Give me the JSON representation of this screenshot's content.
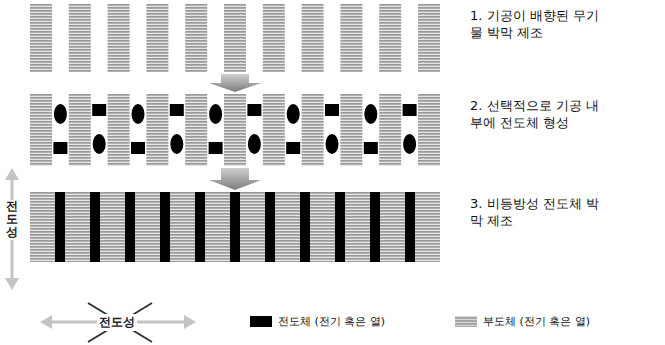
{
  "diagram": {
    "nodes": [
      {
        "text": [
          "1. 기공이 배향된 무기물 박막 제조"
        ]
      },
      {
        "text": [
          "2. 선택적으로 기공 내부에 전도체 형성"
        ]
      },
      {
        "text": [
          "3. 비등방성 전도체 박막 제조"
        ]
      }
    ],
    "edges": [
      {
        "from": 0,
        "to": 1,
        "arrow": "to"
      },
      {
        "from": 1,
        "to": 2,
        "arrow": "to"
      }
    ],
    "labels": [
      "전도성",
      "전도성"
    ],
    "legend": [
      {
        "text": "전도체 (전기 혹은 열)",
        "color": "#000000"
      },
      {
        "text": "부도체 (전기 혹은 열)",
        "color": "#a6a6a6"
      }
    ]
  }
}
